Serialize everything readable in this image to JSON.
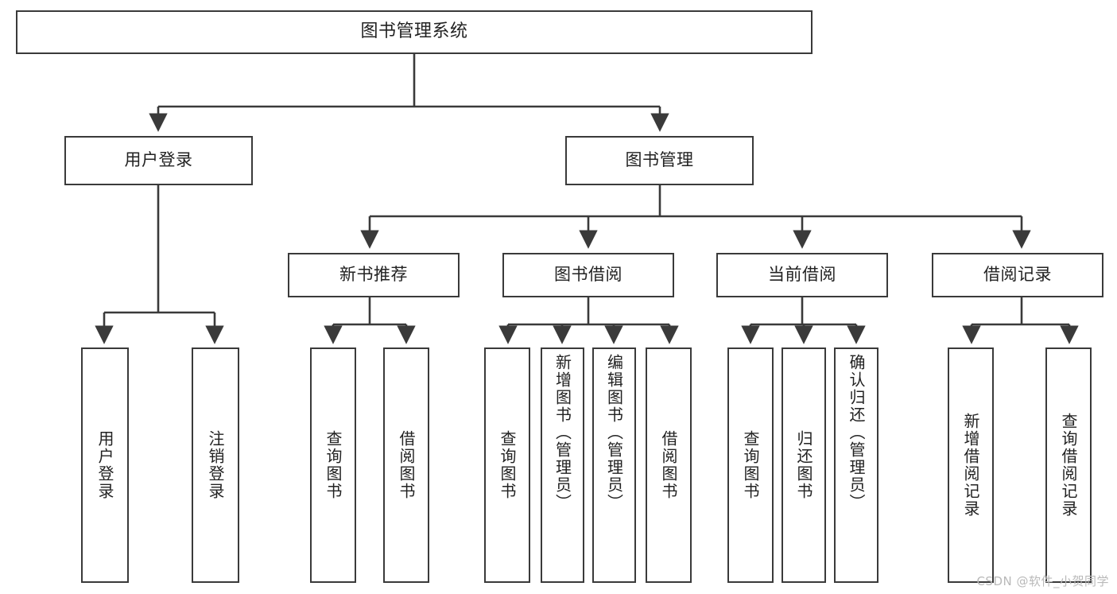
{
  "diagram": {
    "title": "图书管理系统",
    "type": "tree-hierarchy-diagram",
    "stroke_color": "#3a3a3a",
    "fill_color": "#ffffff",
    "text_color": "#222222",
    "watermark": "CSDN @软件_小贺同学"
  },
  "nodes": {
    "root": {
      "label": "图书管理系统"
    },
    "level2": [
      {
        "label": "用户登录"
      },
      {
        "label": "图书管理"
      }
    ],
    "level3": [
      {
        "label": "新书推荐"
      },
      {
        "label": "图书借阅"
      },
      {
        "label": "当前借阅"
      },
      {
        "label": "借阅记录"
      }
    ],
    "leaves": {
      "user_login": [
        {
          "label": "用户登录"
        },
        {
          "label": "注销登录"
        }
      ],
      "new_book_recommend": [
        {
          "label": "查询图书"
        },
        {
          "label": "借阅图书"
        }
      ],
      "book_borrow": [
        {
          "label": "查询图书"
        },
        {
          "label": "新增图书（管理员）"
        },
        {
          "label": "编辑图书（管理员）"
        },
        {
          "label": "借阅图书"
        }
      ],
      "current_borrow": [
        {
          "label": "查询图书"
        },
        {
          "label": "归还图书"
        },
        {
          "label": "确认归还（管理员）"
        }
      ],
      "borrow_record": [
        {
          "label": "新增借阅记录"
        },
        {
          "label": "查询借阅记录"
        }
      ]
    }
  }
}
